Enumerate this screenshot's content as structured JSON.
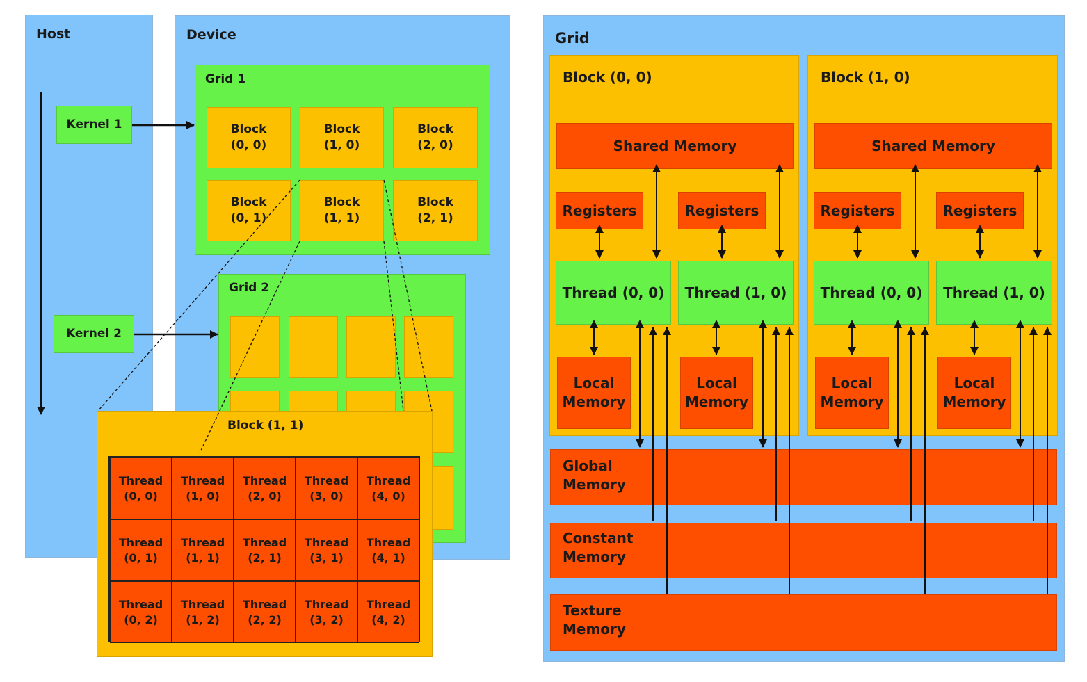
{
  "left": {
    "host_label": "Host",
    "device_label": "Device",
    "kernel1": "Kernel 1",
    "kernel2": "Kernel 2",
    "grid1_label": "Grid 1",
    "grid2_label": "Grid 2",
    "grid1_blocks": [
      [
        "Block",
        "(0, 0)"
      ],
      [
        "Block",
        "(1, 0)"
      ],
      [
        "Block",
        "(2, 0)"
      ],
      [
        "Block",
        "(0, 1)"
      ],
      [
        "Block",
        "(1, 1)"
      ],
      [
        "Block",
        "(2, 1)"
      ]
    ],
    "zoom_block_label": "Block (1, 1)",
    "threads": [
      [
        "Thread",
        "(0, 0)"
      ],
      [
        "Thread",
        "(1, 0)"
      ],
      [
        "Thread",
        "(2, 0)"
      ],
      [
        "Thread",
        "(3, 0)"
      ],
      [
        "Thread",
        "(4, 0)"
      ],
      [
        "Thread",
        "(0, 1)"
      ],
      [
        "Thread",
        "(1, 1)"
      ],
      [
        "Thread",
        "(2, 1)"
      ],
      [
        "Thread",
        "(3, 1)"
      ],
      [
        "Thread",
        "(4, 1)"
      ],
      [
        "Thread",
        "(0, 2)"
      ],
      [
        "Thread",
        "(1, 2)"
      ],
      [
        "Thread",
        "(2, 2)"
      ],
      [
        "Thread",
        "(3, 2)"
      ],
      [
        "Thread",
        "(4, 2)"
      ]
    ]
  },
  "right": {
    "grid_label": "Grid",
    "blocks": [
      {
        "label": "Block (0, 0)",
        "shared": "Shared Memory",
        "registers": [
          "Registers",
          "Registers"
        ],
        "threads": [
          "Thread (0, 0)",
          "Thread (1, 0)"
        ],
        "local": [
          [
            "Local",
            "Memory"
          ],
          [
            "Local",
            "Memory"
          ]
        ]
      },
      {
        "label": "Block (1, 0)",
        "shared": "Shared Memory",
        "registers": [
          "Registers",
          "Registers"
        ],
        "threads": [
          "Thread (0, 0)",
          "Thread (1, 0)"
        ],
        "local": [
          [
            "Local",
            "Memory"
          ],
          [
            "Local",
            "Memory"
          ]
        ]
      }
    ],
    "global": [
      "Global",
      "Memory"
    ],
    "constant": [
      "Constant",
      "Memory"
    ],
    "texture": [
      "Texture",
      "Memory"
    ]
  }
}
